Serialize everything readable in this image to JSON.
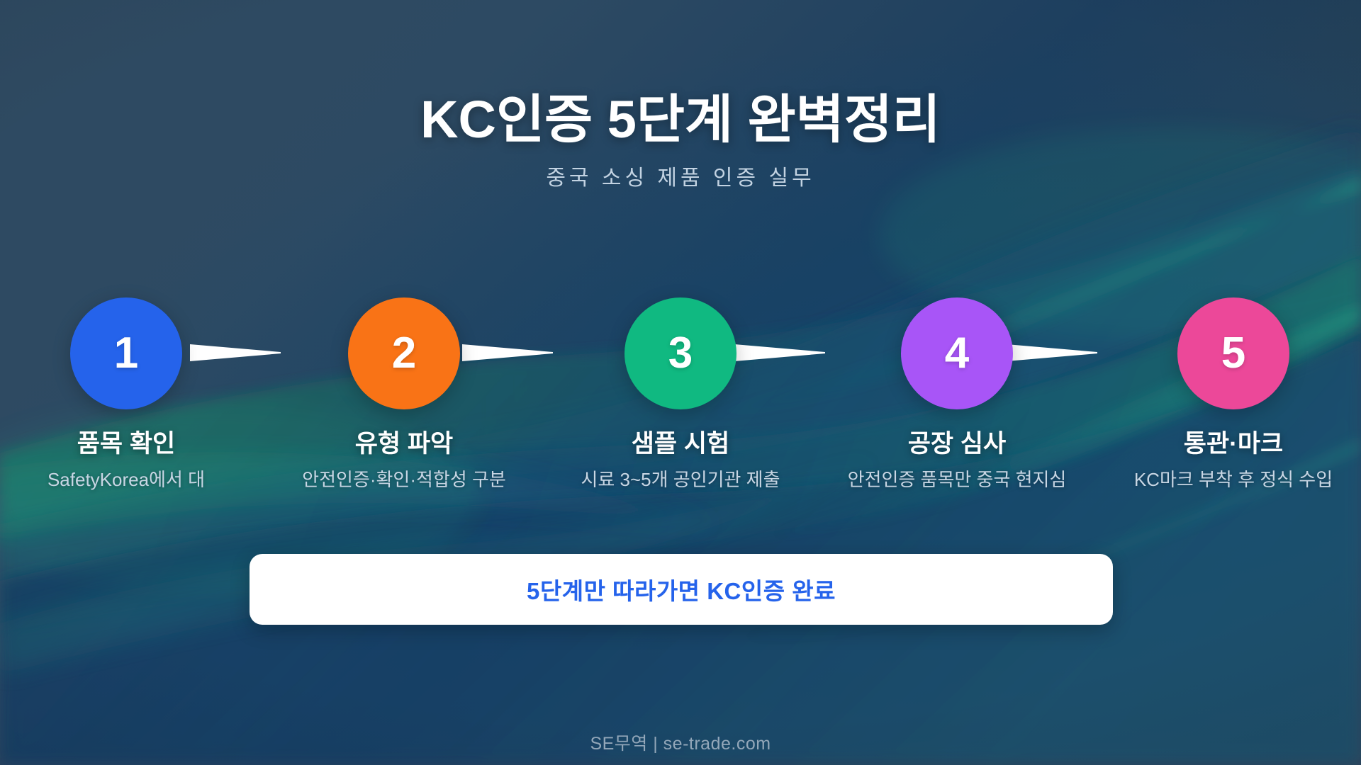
{
  "header": {
    "title": "KC인증 5단계 완벽정리",
    "subtitle": "중국 소싱 제품 인증 실무"
  },
  "steps": [
    {
      "number": "1",
      "label": "품목 확인",
      "desc": "SafetyKorea에서 대",
      "color": "#2563eb"
    },
    {
      "number": "2",
      "label": "유형 파악",
      "desc": "안전인증·확인·적합성 구분",
      "color": "#f97316"
    },
    {
      "number": "3",
      "label": "샘플 시험",
      "desc": "시료 3~5개 공인기관 제출",
      "color": "#10b981"
    },
    {
      "number": "4",
      "label": "공장 심사",
      "desc": "안전인증 품목만 중국 현지심",
      "color": "#a855f7"
    },
    {
      "number": "5",
      "label": "통관·마크",
      "desc": "KC마크 부착 후 정식 수입",
      "color": "#ec4899"
    }
  ],
  "banner": {
    "text": "5단계만 따라가면 KC인증 완료",
    "text_color": "#2563eb",
    "background": "#ffffff"
  },
  "footer": {
    "text": "SE무역 | se-trade.com"
  },
  "theme": {
    "background_top_left": "#2f4a61",
    "background_mid": "#1d3f5f",
    "wave_green": "#1f7a63",
    "wave_teal": "#14806e",
    "wave_blue": "#1a4a75",
    "title_color": "#ffffff",
    "subtitle_color": "#c3d3e2",
    "step_label_color": "#ffffff",
    "step_desc_color": "#c8d6e4",
    "arrow_color": "#ffffff",
    "footer_color": "#93a7b9"
  }
}
